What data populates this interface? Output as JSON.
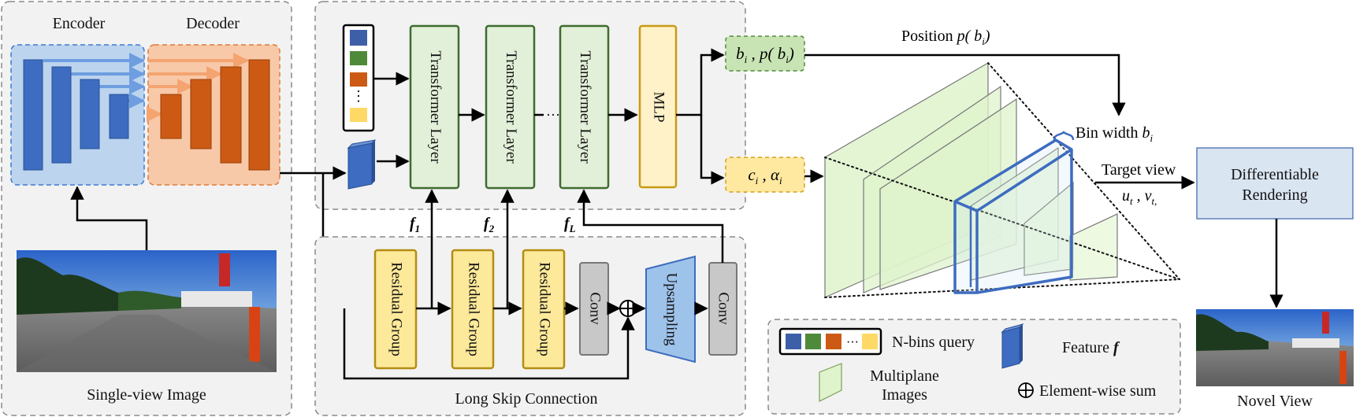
{
  "encoder": {
    "title": "Encoder"
  },
  "decoder": {
    "title": "Decoder"
  },
  "input_image": {
    "caption": "Single-view Image"
  },
  "transformer": {
    "layers": [
      "Transformer Layer",
      "Transformer Layer",
      "Transformer Layer"
    ],
    "ellipsis": "···",
    "mlp": "MLP",
    "query_ellipsis": "⋮"
  },
  "outputs": {
    "bins_b": "b",
    "bins_b_sub": "i",
    "bins_sep": " , p( ",
    "bins_b2": "b",
    "bins_b2_sub": "i",
    "bins_close": ")",
    "coef_c": "c",
    "coef_c_sub": "i",
    "coef_sep": " , α",
    "coef_a_sub": "i"
  },
  "features": {
    "f1": "f",
    "f1_sub": "1",
    "f2": "f",
    "f2_sub": "2",
    "fL": "f",
    "fL_sub": "L"
  },
  "residual": {
    "groups": [
      "Residual Group",
      "Residual Group",
      "Residual Group"
    ],
    "conv1": "Conv",
    "upsampling": "Upsampling",
    "conv2": "Conv",
    "caption": "Long Skip Connection"
  },
  "mpi": {
    "position_label": "Position ",
    "position_p": "p( b",
    "position_sub": "i",
    "position_close": ")",
    "bin_width": "Bin width ",
    "bin_width_b": "b",
    "bin_width_sub": "i"
  },
  "target": {
    "label": "Target view",
    "uv_u": "u",
    "uv_u_sub": "t",
    "uv_sep": " , v",
    "uv_v_sub": "t,"
  },
  "rendering": {
    "line1": "Differentiable",
    "line2": "Rendering"
  },
  "novel": {
    "caption": "Novel View"
  },
  "legend": {
    "query": "N-bins query",
    "feature": "Feature ",
    "feature_f": "f",
    "mpi_line1": "Multiplane",
    "mpi_line2": "Images",
    "sum_symbol": "⊕",
    "sum": "Element-wise sum",
    "dots": "···"
  },
  "colors": {
    "blue": "#3d6cc0",
    "green": "#4f8a3a",
    "orange": "#cc5a14",
    "yellow": "#ffd966",
    "panel_bg": "#f2f2f2",
    "encoder_bg": "#bcd4ee",
    "decoder_bg": "#f8c9a8",
    "transformer_fill": "#e3f0d9",
    "transformer_stroke": "#3f6b2f",
    "residual_fill": "#fde99a",
    "residual_stroke": "#b38d12",
    "conv_fill": "#c8c8c8",
    "upsample_fill": "#9ec3ea",
    "render_fill": "#dae5f2",
    "mpi_fill": "#dff3cc"
  }
}
